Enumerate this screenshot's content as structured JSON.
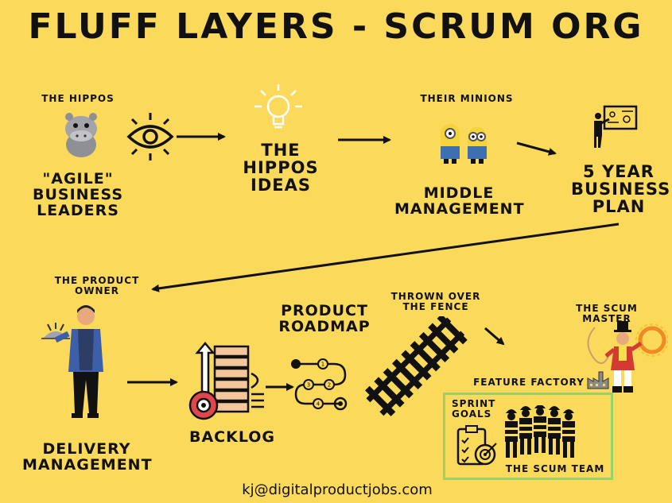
{
  "title": "FLUFF LAYERS - SCRUM ORG",
  "nodes": {
    "hippos_caption": "THE HIPPOS",
    "agile_leaders": [
      "\"AGILE\"",
      "BUSINESS",
      "LEADERS"
    ],
    "hippos_ideas": [
      "THE HIPPOS",
      "IDEAS"
    ],
    "minions_caption": "THEIR MINIONS",
    "middle_management": [
      "MIDDLE",
      "MANAGEMENT"
    ],
    "business_plan": [
      "5 YEAR",
      "BUSINESS",
      "PLAN"
    ],
    "product_owner_caption": [
      "THE PRODUCT",
      "OWNER"
    ],
    "delivery_management": [
      "DELIVERY",
      "MANAGEMENT"
    ],
    "backlog": "BACKLOG",
    "product_roadmap": [
      "PRODUCT",
      "ROADMAP"
    ],
    "thrown_over": [
      "THROWN OVER",
      "THE FENCE"
    ],
    "scrum_master": "THE SCUM MASTER",
    "feature_factory": "FEATURE FACTORY",
    "sprint_goals": [
      "SPRINT",
      "GOALS"
    ],
    "scrum_team": "THE SCUM TEAM"
  },
  "roadmap_steps": [
    "1",
    "2",
    "3",
    "4"
  ],
  "footer": {
    "email": "kj@digitalproductjobs.com"
  },
  "colors": {
    "background": "#fbd95a",
    "ink": "#111111",
    "box_border": "#9ad06a",
    "accent_red": "#e0474c",
    "minion_yellow": "#f5d33a",
    "minion_blue": "#3e6fb0"
  },
  "icons": [
    "hippo-icon",
    "eye-icon",
    "lightbulb-icon",
    "minions-icon",
    "presenter-icon",
    "waiter-icon",
    "backlog-stack-icon",
    "roadmap-icon",
    "fence-icon",
    "ringmaster-icon",
    "factory-icon",
    "checklist-icon",
    "workers-icon"
  ]
}
